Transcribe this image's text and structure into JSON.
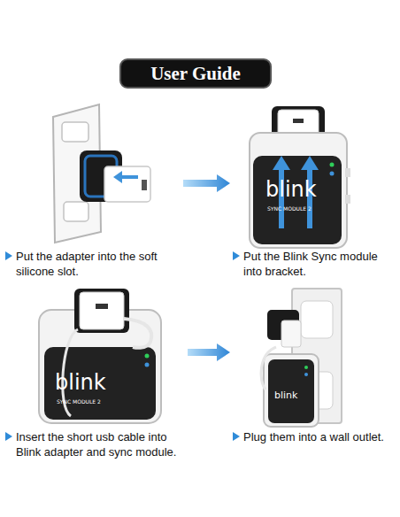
{
  "diagram": {
    "title": "User Guide",
    "nodes": [
      {
        "text": [
          "Put the adapter into the soft silicone slot."
        ]
      },
      {
        "text": [
          "Put the Blink Sync module into bracket."
        ]
      },
      {
        "text": [
          "Insert the short usb cable into Blink adapter and sync module."
        ]
      },
      {
        "text": [
          "Plug them into a wall outlet."
        ]
      }
    ],
    "edges": [
      {
        "from": 0,
        "to": 1,
        "arrow": "to"
      },
      {
        "from": 2,
        "to": 3,
        "arrow": "to"
      }
    ],
    "labels": [
      "blink",
      "SYNC MODULE 2",
      "blink",
      "SYNC MODULE 2",
      "blink"
    ]
  }
}
